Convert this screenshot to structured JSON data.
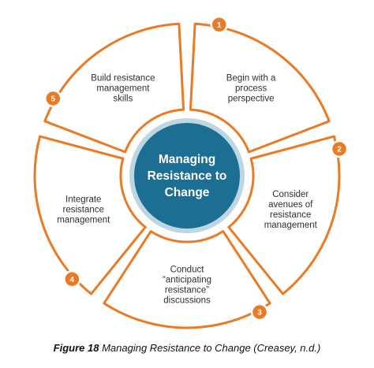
{
  "diagram": {
    "center_lines": [
      "Managing",
      "Resistance to",
      "Change"
    ],
    "segments": [
      {
        "number": "1",
        "lines": [
          "Begin with a",
          "process",
          "perspective"
        ]
      },
      {
        "number": "2",
        "lines": [
          "Consider",
          "avenues of",
          "resistance",
          "management"
        ]
      },
      {
        "number": "3",
        "lines": [
          "Conduct",
          "“anticipating",
          "resistance”",
          "discussions"
        ]
      },
      {
        "number": "4",
        "lines": [
          "Integrate",
          "resistance",
          "management"
        ]
      },
      {
        "number": "5",
        "lines": [
          "Build resistance",
          "management",
          "skills"
        ]
      }
    ],
    "colors": {
      "orange": "#ea7b24",
      "teal": "#1d6e93",
      "teal_ring": "#bcd6e2"
    }
  },
  "caption": {
    "figure_number": "Figure 18",
    "text": "Managing Resistance to Change (Creasey, n.d.)"
  }
}
